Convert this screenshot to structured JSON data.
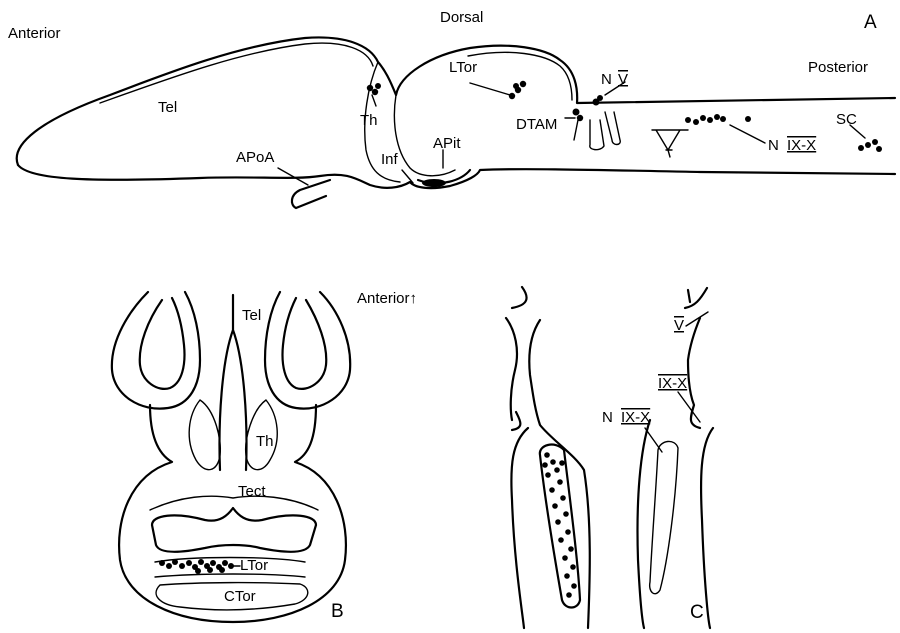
{
  "panels": {
    "a": {
      "letter": "A",
      "orientation": {
        "anterior": "Anterior",
        "dorsal": "Dorsal",
        "posterior": "Posterior"
      },
      "labels": {
        "tel": "Tel",
        "th": "Th",
        "apoa": "APoA",
        "inf": "Inf",
        "apit": "APit",
        "ltor": "LTor",
        "dtam": "DTAM",
        "nv_prefix": "N",
        "nv_numeral": "V",
        "nixx_prefix": "N",
        "nixx_numeral": "IX-X",
        "sc": "SC"
      }
    },
    "b": {
      "letter": "B",
      "orientation": {
        "anterior": "Anterior↑"
      },
      "labels": {
        "tel": "Tel",
        "th": "Th",
        "tect": "Tect",
        "ltor": "LTor",
        "ctor": "CTor"
      }
    },
    "c": {
      "letter": "C",
      "labels": {
        "v": "V",
        "ixx": "IX-X",
        "nixx_prefix": "N",
        "nixx_numeral": "IX-X"
      }
    }
  },
  "colors": {
    "ink": "#000000",
    "background": "#ffffff"
  }
}
